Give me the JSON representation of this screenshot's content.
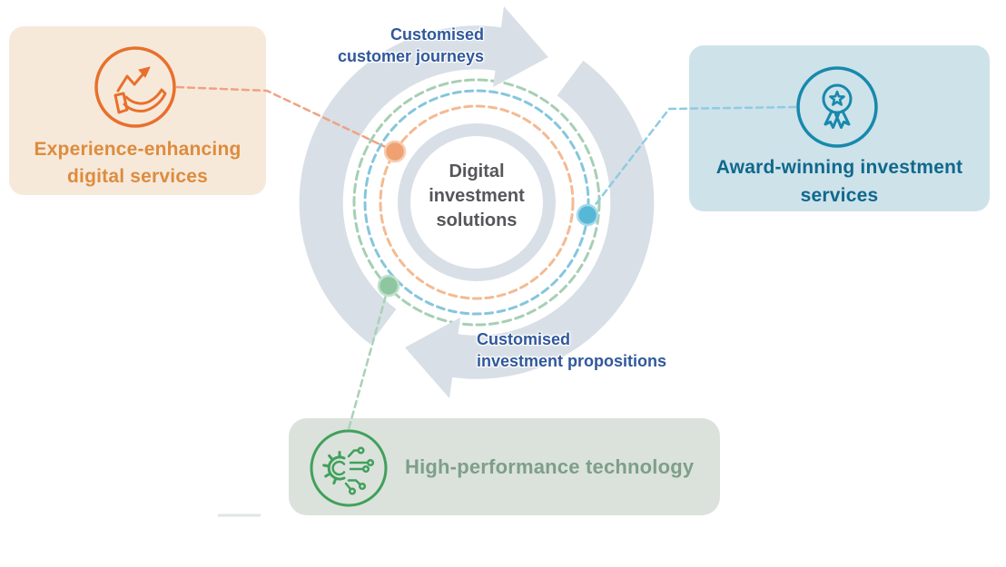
{
  "cycle": {
    "top_label": {
      "line1": "Customised",
      "line2": "customer journeys"
    },
    "bottom_label": {
      "line1": "Customised",
      "line2": "investment propositions"
    },
    "center": {
      "line1": "Digital",
      "line2": "investment",
      "line3": "solutions"
    }
  },
  "cards": {
    "experience": {
      "line1": "Experience-enhancing",
      "line2": "digital services",
      "icon": "hand-growth-chart-icon"
    },
    "award": {
      "line1": "Award-winning investment",
      "line2": "services",
      "icon": "award-medal-icon"
    },
    "technology": {
      "label": "High-performance technology",
      "icon": "gear-circuit-icon"
    }
  },
  "colors": {
    "page_bg": "#ffffff",
    "arc": "#D8DFE7",
    "orbit_peach": "#F4BA92",
    "orbit_blue": "#85C6DD",
    "orbit_green": "#A6CFB4",
    "dot_orange": "#EFA172",
    "dot_orange_ring": "#F7CDB2",
    "dot_blue": "#57B7D7",
    "dot_blue_ring": "#A7D9E9",
    "dot_green": "#8FC6A2",
    "dot_green_ring": "#C2E1CC",
    "conn_orange": "#EFA382",
    "conn_blue": "#90CBE1",
    "conn_green": "#A9D1B6",
    "card_exp_bg": "#F7E9DA",
    "card_exp_text": "#DD8C3E",
    "card_exp_icon": "#E8702C",
    "card_award_bg": "#CEE2EA",
    "card_award_text": "#10688C",
    "card_award_icon": "#1789AC",
    "card_tech_bg": "#DBE2DC",
    "card_tech_text": "#7E9F88",
    "card_tech_icon": "#41A05B",
    "cycle_label": "#30589B",
    "center_text": "#56565B",
    "underline": "#DFE6E0"
  }
}
